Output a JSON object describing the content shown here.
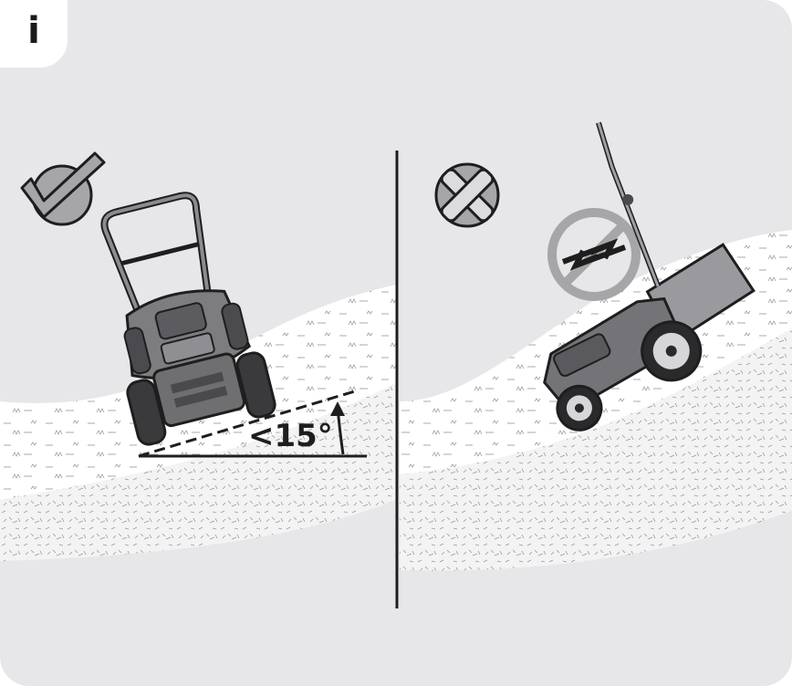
{
  "info_badge": {
    "letter": "i"
  },
  "left_panel": {
    "status": "allowed",
    "status_icon": "check-icon",
    "angle_label": "<15°"
  },
  "right_panel": {
    "status": "forbidden",
    "status_icon": "cross-icon",
    "prohibition_icon": "no-up-down-arrows-icon"
  },
  "colors": {
    "background": "#e7e6e8",
    "ink": "#1e1e1e",
    "icon_gray": "#a6a5a8",
    "grass": "#ffffff",
    "soil": "#f4f4f4"
  }
}
